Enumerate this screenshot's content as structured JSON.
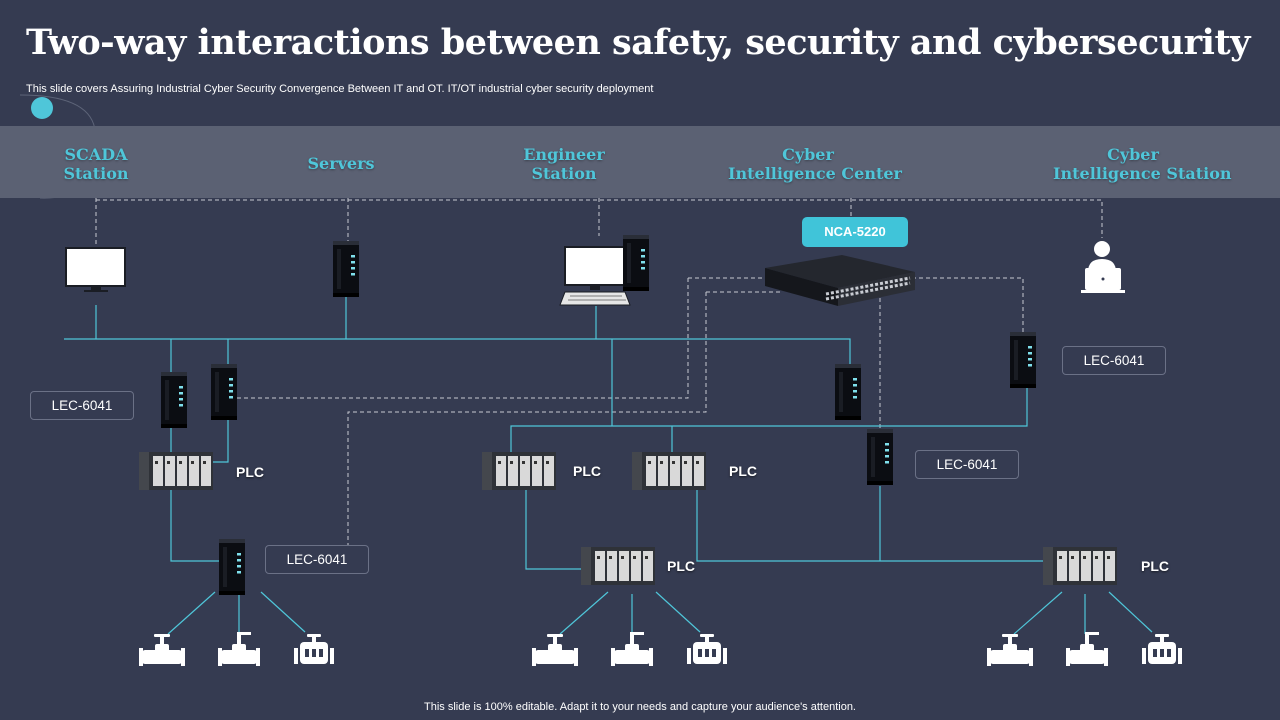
{
  "title": "Two-way interactions between safety, security and cybersecurity",
  "subtitle": "This slide covers Assuring Industrial Cyber Security Convergence Between IT and OT.  IT/OT industrial cyber security deployment",
  "stations": {
    "scada": [
      "SCADA",
      "Station"
    ],
    "servers": [
      "Servers"
    ],
    "engineer": [
      "Engineer",
      "Station"
    ],
    "cyber_center": [
      "Cyber",
      "Intelligence Center"
    ],
    "cyber_station": [
      "Cyber",
      "Intelligence Station"
    ]
  },
  "device_labels": {
    "nca": "NCA-5220",
    "lec_left": "LEC-6041",
    "lec_bottom_left": "LEC-6041",
    "lec_right_upper": "LEC-6041",
    "lec_right_lower": "LEC-6041"
  },
  "plc_labels": [
    "PLC",
    "PLC",
    "PLC",
    "PLC",
    "PLC"
  ],
  "footer": "This slide is 100% editable. Adapt it to your needs and capture your audience's attention.",
  "colors": {
    "background": "#353b51",
    "band": "#5b6173",
    "accent": "#4fc6d9",
    "line": "#4fc6d9",
    "dashed": "#c7c9d1"
  },
  "icons": [
    "monitor-icon",
    "server-tower-icon",
    "workstation-icon",
    "network-switch-icon",
    "user-laptop-icon",
    "plc-module-icon",
    "valve-icon"
  ]
}
